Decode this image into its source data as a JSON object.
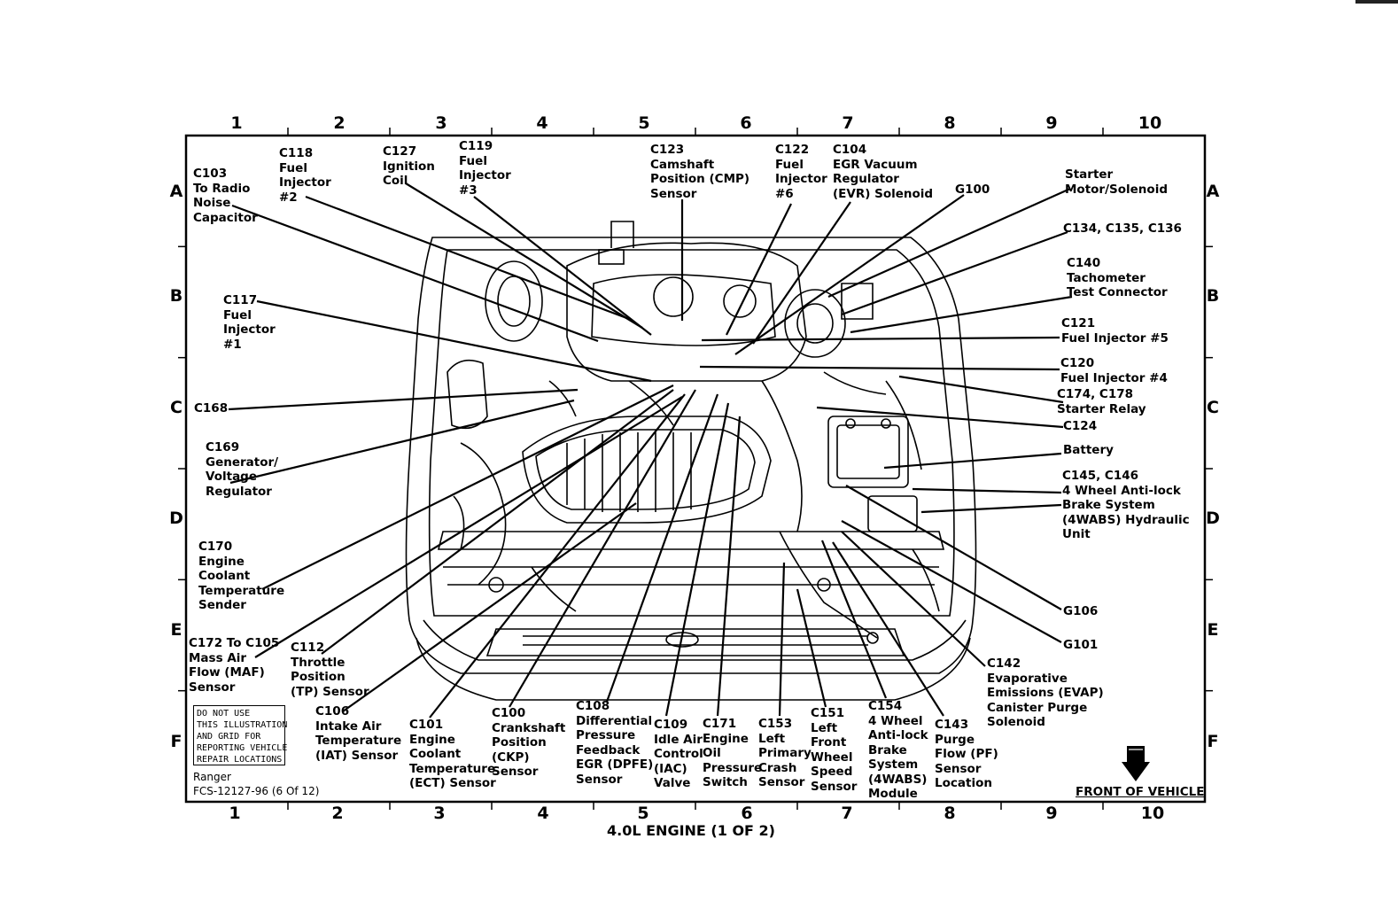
{
  "grid": {
    "columns": [
      "1",
      "2",
      "3",
      "4",
      "5",
      "6",
      "7",
      "8",
      "9",
      "10"
    ],
    "rows": [
      "A",
      "B",
      "C",
      "D",
      "E",
      "F"
    ]
  },
  "labels": [
    {
      "id": "c103",
      "text": "C103\nTo Radio\nNoise\nCapacitor"
    },
    {
      "id": "c118",
      "text": "C118\nFuel\nInjector\n#2"
    },
    {
      "id": "c127",
      "text": "C127\nIgnition\nCoil"
    },
    {
      "id": "c119",
      "text": "C119\nFuel\nInjector\n#3"
    },
    {
      "id": "c123",
      "text": "C123\nCamshaft\nPosition (CMP)\nSensor"
    },
    {
      "id": "c122",
      "text": "C122\nFuel\nInjector\n#6"
    },
    {
      "id": "c104",
      "text": "C104\nEGR Vacuum\nRegulator\n(EVR) Solenoid"
    },
    {
      "id": "g100",
      "text": "G100"
    },
    {
      "id": "starter",
      "text": "Starter\nMotor/Solenoid"
    },
    {
      "id": "c134",
      "text": "C134, C135, C136"
    },
    {
      "id": "c140",
      "text": "C140\nTachometer\nTest Connector"
    },
    {
      "id": "c117",
      "text": "C117\nFuel\nInjector\n#1"
    },
    {
      "id": "c121",
      "text": "C121\nFuel Injector #5"
    },
    {
      "id": "c120",
      "text": "C120\nFuel Injector #4"
    },
    {
      "id": "c174",
      "text": "C174, C178\nStarter Relay"
    },
    {
      "id": "c168",
      "text": "C168"
    },
    {
      "id": "c124",
      "text": "C124"
    },
    {
      "id": "battery",
      "text": "Battery"
    },
    {
      "id": "c169",
      "text": "C169\nGenerator/\nVoltage\nRegulator"
    },
    {
      "id": "c145",
      "text": "C145, C146\n4 Wheel Anti-lock\nBrake System\n(4WABS) Hydraulic\nUnit"
    },
    {
      "id": "c170",
      "text": "C170\nEngine\nCoolant\nTemperature\nSender"
    },
    {
      "id": "g106",
      "text": "G106"
    },
    {
      "id": "g101",
      "text": "G101"
    },
    {
      "id": "c172",
      "text": "C172 To C105\nMass Air\nFlow (MAF)\nSensor"
    },
    {
      "id": "c112",
      "text": "C112\nThrottle\nPosition\n(TP) Sensor"
    },
    {
      "id": "c142",
      "text": "C142\nEvaporative\nEmissions (EVAP)\nCanister Purge\nSolenoid"
    },
    {
      "id": "c106",
      "text": "C106\nIntake Air\nTemperature\n(IAT) Sensor"
    },
    {
      "id": "c101",
      "text": "C101\nEngine\nCoolant\nTemperature\n(ECT) Sensor"
    },
    {
      "id": "c100",
      "text": "C100\nCrankshaft\nPosition\n(CKP)\nSensor"
    },
    {
      "id": "c108",
      "text": "C108\nDifferential\nPressure\nFeedback\nEGR (DPFE)\nSensor"
    },
    {
      "id": "c109",
      "text": "C109\nIdle Air\nControl\n(IAC)\nValve"
    },
    {
      "id": "c171",
      "text": "C171\nEngine\nOil\nPressure\nSwitch"
    },
    {
      "id": "c153",
      "text": "C153\nLeft\nPrimary\nCrash\nSensor"
    },
    {
      "id": "c151",
      "text": "C151\nLeft\nFront\nWheel\nSpeed\nSensor"
    },
    {
      "id": "c154",
      "text": "C154\n4 Wheel\nAnti-lock\nBrake\nSystem\n(4WABS)\nModule"
    },
    {
      "id": "c143",
      "text": "C143\nPurge\nFlow (PF)\nSensor\nLocation"
    }
  ],
  "disclaimer": "DO NOT USE\nTHIS ILLUSTRATION\nAND GRID FOR\nREPORTING VEHICLE\nREPAIR LOCATIONS",
  "vehicle": "Ranger",
  "figure_code": "FCS-12127-96 (6 Of 12)",
  "front_of_vehicle": "FRONT OF VEHICLE",
  "footer_title": "4.0L ENGINE (1 OF 2)"
}
